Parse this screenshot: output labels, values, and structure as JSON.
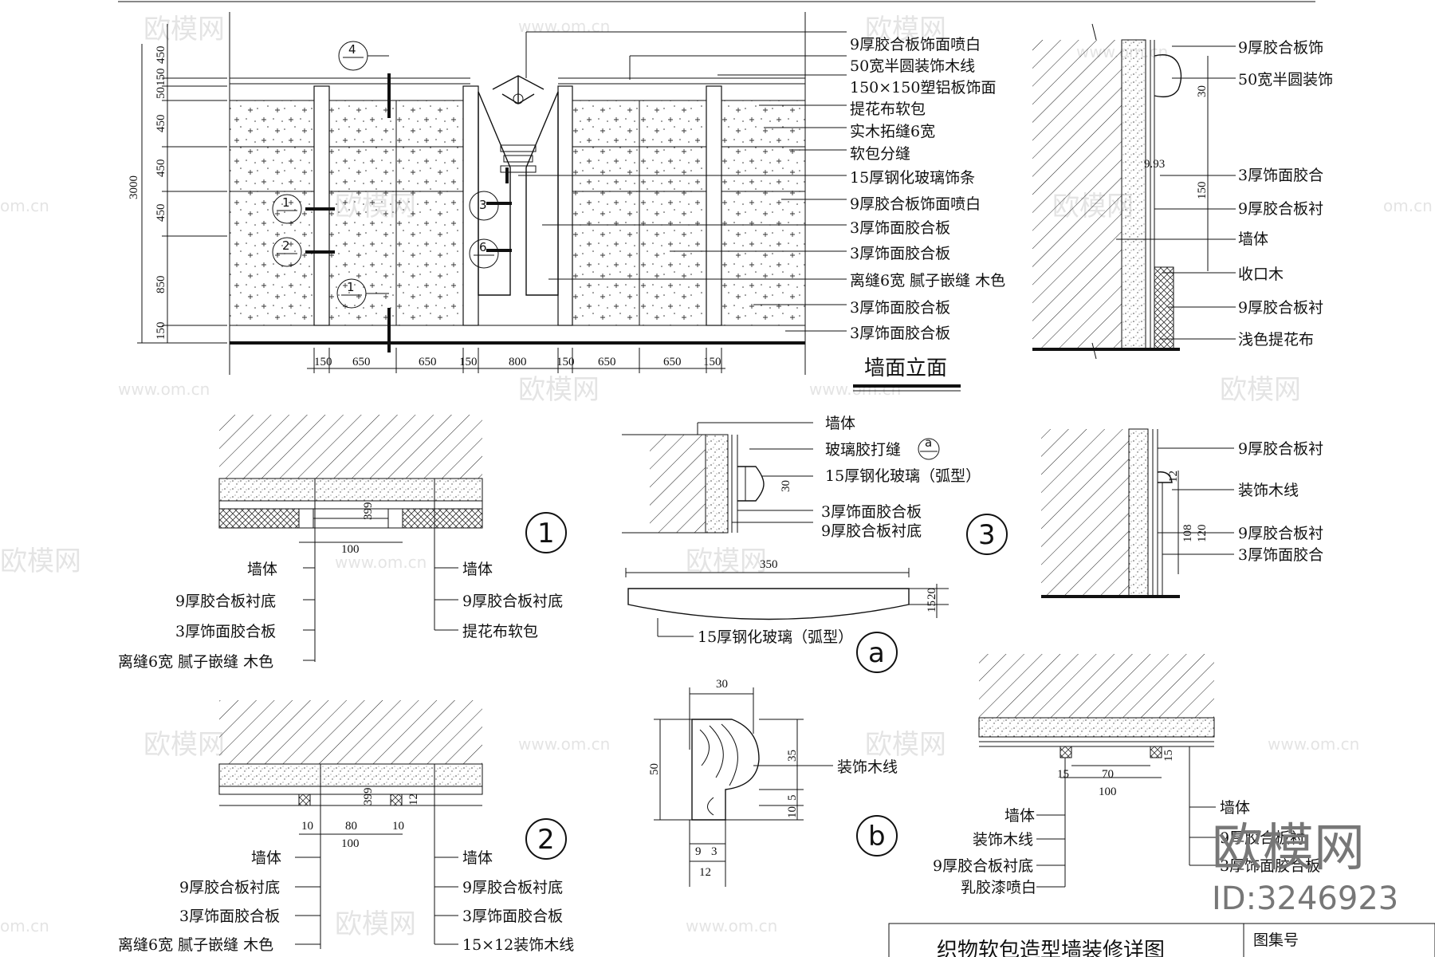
{
  "watermark": {
    "logo_text": "欧模网",
    "url_text": "www.om.cn",
    "url_short": "om.cn"
  },
  "brand": {
    "name": "欧模网",
    "id": "ID:3246923"
  },
  "elevation": {
    "title": "墙面立面",
    "overall_height": "3000",
    "height_dims": [
      "450",
      "150",
      "50",
      "450",
      "450",
      "450",
      "850",
      "150"
    ],
    "width_dims": [
      "150",
      "650",
      "650",
      "150",
      "800",
      "150",
      "650",
      "650",
      "150"
    ],
    "callouts": [
      "9厚胶合板饰面喷白",
      "50宽半圆装饰木线",
      "150×150塑铝板饰面",
      "提花布软包",
      "实木拓缝6宽",
      "软包分缝",
      "15厚钢化玻璃饰条",
      "9厚胶合板饰面喷白",
      "3厚饰面胶合板",
      "3厚饰面胶合板",
      "离缝6宽  腻子嵌缝  木色",
      "3厚饰面胶合板",
      "3厚饰面胶合板"
    ],
    "markers": [
      {
        "num": "4",
        "sub": "—"
      },
      {
        "num": "1",
        "sub": "—"
      },
      {
        "num": "2",
        "sub": "—"
      },
      {
        "num": "1",
        "sub": "—"
      },
      {
        "num": "3",
        "sub": "—"
      },
      {
        "num": "6",
        "sub": "—"
      }
    ]
  },
  "section_top_right": {
    "labels": [
      "9厚胶合板饰",
      "50宽半圆装饰",
      "3厚饰面胶合",
      "9厚胶合板衬",
      "墙体",
      "收口木",
      "9厚胶合板衬",
      "浅色提花布"
    ],
    "dims": [
      "30",
      "9.93",
      "150"
    ]
  },
  "detail1": {
    "number": "1",
    "dims": [
      "399",
      "100"
    ],
    "left_labels": [
      "墙体",
      "9厚胶合板衬底",
      "3厚饰面胶合板",
      "离缝6宽  腻子嵌缝  木色"
    ],
    "right_labels": [
      "墙体",
      "9厚胶合板衬底",
      "提花布软包"
    ]
  },
  "detail2": {
    "number": "2",
    "dims": [
      "399",
      "10",
      "80",
      "10",
      "100",
      "12"
    ],
    "left_labels": [
      "墙体",
      "9厚胶合板衬底",
      "3厚饰面胶合板",
      "离缝6宽  腻子嵌缝  木色"
    ],
    "right_labels": [
      "墙体",
      "9厚胶合板衬底",
      "3厚饰面胶合板",
      "15×12装饰木线"
    ]
  },
  "detail3": {
    "number": "3",
    "labels": [
      "墙体",
      "玻璃胶打缝",
      "15厚钢化玻璃（弧型）",
      "3厚饰面胶合板",
      "9厚胶合板衬底"
    ],
    "ref": {
      "num": "a",
      "sub": "—"
    },
    "dims": [
      "30"
    ]
  },
  "detail_a": {
    "number": "a",
    "dims": [
      "350",
      "15",
      "20"
    ],
    "label": "15厚钢化玻璃（弧型）"
  },
  "detail_b": {
    "number": "b",
    "dims": [
      "30",
      "50",
      "35",
      "5",
      "10",
      "9",
      "3",
      "12"
    ],
    "label": "装饰木线"
  },
  "section_mid_right": {
    "labels": [
      "9厚胶合板衬",
      "装饰木线",
      "9厚胶合板衬",
      "3厚饰面胶合"
    ],
    "dims": [
      "12",
      "108",
      "120"
    ]
  },
  "detail_bottom_right": {
    "dims": [
      "15",
      "70",
      "100",
      "15"
    ],
    "left_labels": [
      "墙体",
      "装饰木线",
      "9厚胶合板衬底",
      "乳胶漆喷白"
    ],
    "right_labels": [
      "墙体",
      "9厚胶合板衬",
      "3厚饰面胶合板"
    ]
  },
  "title_block": {
    "title": "织物软包造型墙装修详图",
    "atlas_label": "图集号"
  }
}
